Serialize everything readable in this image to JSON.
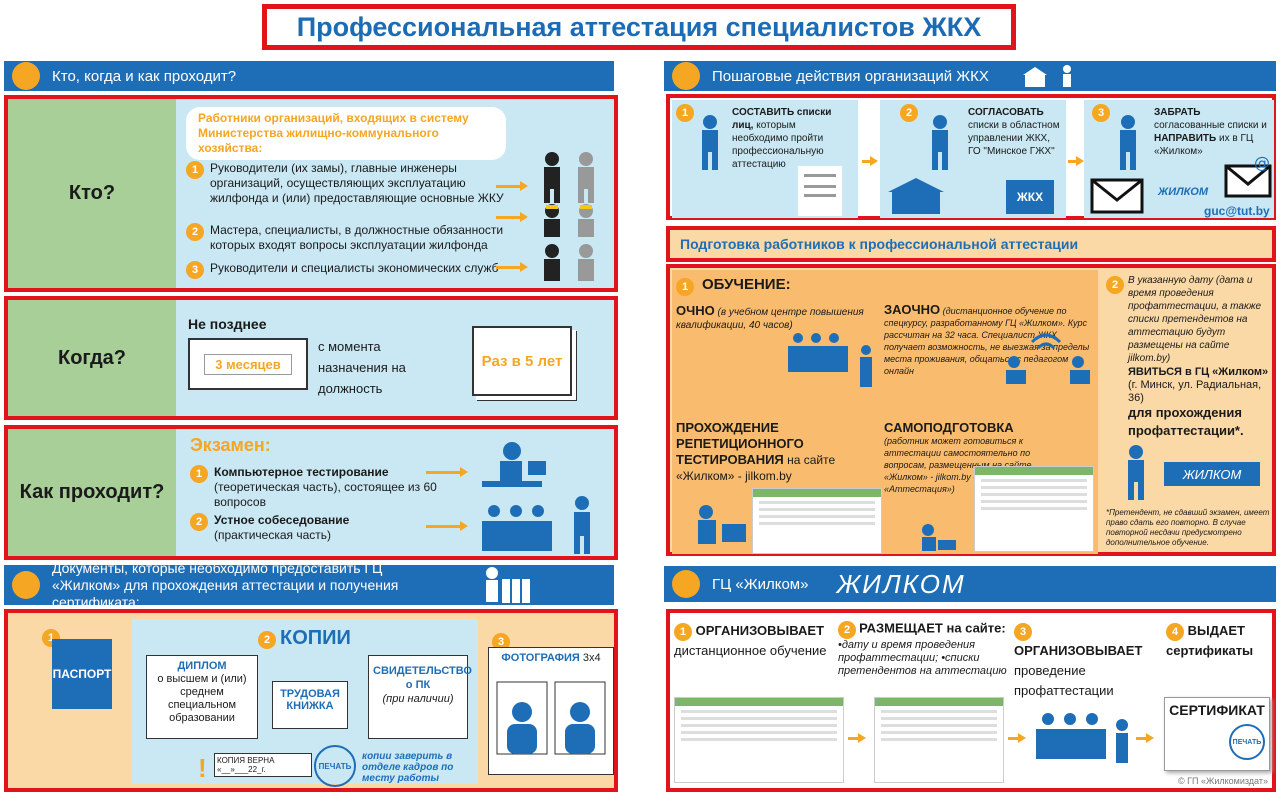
{
  "title": "Профессиональная аттестация специалистов ЖКХ",
  "left": {
    "header": "Кто, когда и как проходит?",
    "who": {
      "label": "Кто?",
      "intro": "Работники организаций, входящих в систему Министерства жилищно-коммунального хозяйства:",
      "items": [
        {
          "n": "1",
          "text": "Руководители (их замы), главные инженеры организаций, осуществляющих эксплуатацию жилфонда и (или) предоставляющие основные ЖКУ"
        },
        {
          "n": "2",
          "text": "Мастера, специалисты, в должностные обязанности которых входят вопросы эксплуатации жилфонда"
        },
        {
          "n": "3",
          "text": "Руководители и специалисты экономических служб"
        }
      ]
    },
    "when": {
      "label": "Когда?",
      "not_later": "Не позднее",
      "months": "3 месяцев",
      "rest": "с момента назначения на должность",
      "every": "Раз в 5 лет"
    },
    "how": {
      "label": "Как проходит?",
      "exam": "Экзамен:",
      "items": [
        {
          "n": "1",
          "title": "Компьютерное тестирование",
          "text": "(теоретическая часть), состоящее из 60 вопросов"
        },
        {
          "n": "2",
          "title": "Устное собеседование",
          "text": "(практическая часть)"
        }
      ]
    },
    "docs_header": "Документы, которые необходимо предоставить ГЦ «Жилком» для прохождения аттестации и получения сертификата:",
    "docs": {
      "n1": "1",
      "passport": "ПАСПОРТ",
      "n2": "2",
      "copies": "КОПИИ",
      "diploma": "ДИПЛОМ",
      "diploma_sub": "о высшем и (или) среднем специальном образовании",
      "workbook": "ТРУДОВАЯ КНИЖКА",
      "cert": "СВИДЕТЕЛЬСТВО о ПК",
      "cert_sub": "(при наличии)",
      "stamp_text": "КОПИЯ ВЕРНА",
      "stamp": "ПЕЧАТЬ",
      "stamp_date": "«__»___22_г.",
      "note": "копии заверить в отделе кадров по месту работы",
      "n3": "3",
      "photo": "ФОТОГРАФИЯ",
      "photo_size": "3x4"
    }
  },
  "right": {
    "header": "Пошаговые действия организаций ЖКХ",
    "steps": [
      {
        "n": "1",
        "bold": "СОСТАВИТЬ списки лиц,",
        "text": "которым необходимо пройти профессиональную аттестацию"
      },
      {
        "n": "2",
        "bold": "СОГЛАСОВАТЬ",
        "text": "списки в областном управлении ЖКХ, ГО \"Минское ГЖХ\""
      },
      {
        "n": "3",
        "bold": "ЗАБРАТЬ",
        "text": "согласованные списки и",
        "bold2": "НАПРАВИТЬ",
        "text2": "их в ГЦ «Жилком»"
      }
    ],
    "zhkh": "ЖКХ",
    "email": "guc@tut.by",
    "prep_header": "Подготовка работников к профессиональной аттестации",
    "prep": {
      "n1": "1",
      "learning": "ОБУЧЕНИЕ:",
      "ochno": "ОЧНО",
      "ochno_sub": "(в учебном центре повышения квалификации, 40 часов)",
      "zaochno": "ЗАОЧНО",
      "zaochno_sub": "(дистанционное обучение по спецкурсу, разработанному ГЦ «Жилком». Курс рассчитан на 32 часа. Специалист ЖКХ получает возможность, не выезжая за пределы места проживания, общаться с педагогом онлайн",
      "rep": "ПРОХОЖДЕНИЕ РЕПЕТИЦИОННОГО ТЕСТИРОВАНИЯ",
      "rep_sub": "на сайте «Жилком» - jilkom.by",
      "self": "САМОПОДГОТОВКА",
      "self_sub": "(работник может готовиться к аттестации самостоятельно по вопросам, размещенным на сайте «Жилком» - jilkom.by - раздел «Аттестация»)",
      "n2": "2",
      "date_text": "В указанную дату (дата и время проведения профаттестации, а также списки претендентов на аттестацию будут размещены на сайте jilkom.by)",
      "appear": "ЯВИТЬСЯ",
      "appear2": "в ГЦ «Жилком»",
      "address": "(г. Минск, ул. Радиальная, 36)",
      "purpose": "для прохождения профаттестации*.",
      "footnote": "*Претендент, не сдавший экзамен, имеет право сдать его повторно. В случае повторной несдачи предусмотрено дополнительное обучение."
    },
    "zhilkom_header": "ГЦ «Жилком»",
    "logo": "ЖИЛКОМ",
    "final": [
      {
        "n": "1",
        "bold": "ОРГАНИЗОВЫВАЕТ",
        "text": "дистанционное обучение"
      },
      {
        "n": "2",
        "bold": "РАЗМЕЩАЕТ на сайте:",
        "text": "•дату и время проведения профаттестации; •списки претендентов на аттестацию"
      },
      {
        "n": "3",
        "bold": "ОРГАНИЗОВЫВАЕТ",
        "text": "проведение профаттестации"
      },
      {
        "n": "4",
        "bold": "ВЫДАЕТ",
        "text": "сертификаты"
      }
    ],
    "certificate": "СЕРТИФИКАТ",
    "copyright": "© ГП «Жилкомиздат»"
  },
  "colors": {
    "accent": "#1e6eb7",
    "frame": "#e1131b",
    "orange": "#f5a623",
    "green": "#a9cf99",
    "lightblue": "#c9e8f3",
    "peach": "#fbd9a6"
  }
}
